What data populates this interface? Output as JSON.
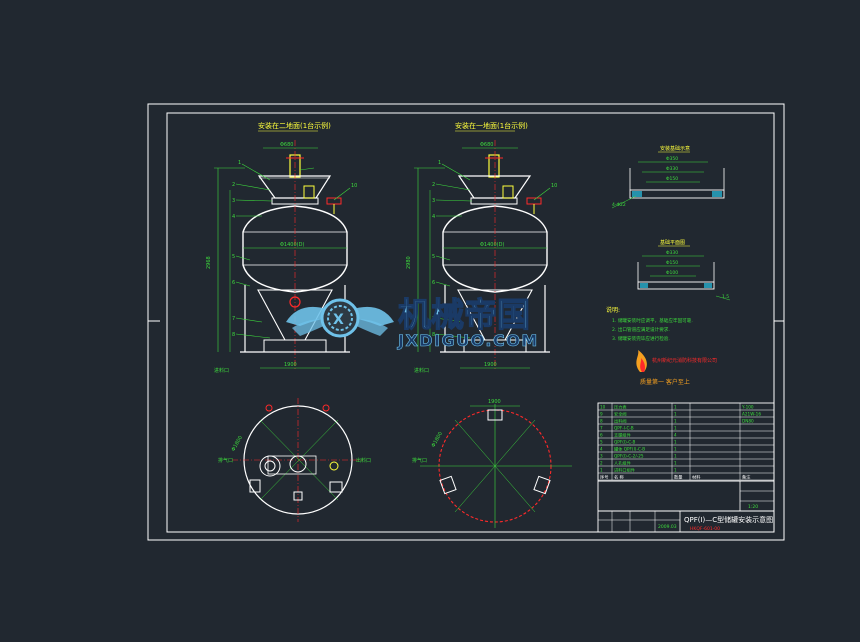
{
  "drawing": {
    "view_left_title": "安装在二地面(1台示例)",
    "view_right_title": "安装在一地面(1台示例)",
    "detail_top_title": "安装基础示意",
    "detail_mid_title": "基础平面图",
    "callouts_left": [
      "1",
      "2",
      "3",
      "4",
      "5",
      "6",
      "7",
      "8"
    ],
    "callouts_right": [
      "1",
      "2",
      "3",
      "4",
      "5",
      "6",
      "7",
      "8"
    ],
    "callout_10": "10",
    "dims": {
      "top_width": "Φ680",
      "body_dia": "Φ1400(D)",
      "overall_h": "2968",
      "side_h": "2980",
      "base_w": "1900",
      "leg_w": "Φ1800",
      "small_a": "Φ350",
      "small_b": "Φ330",
      "small_c": "Φ150",
      "small_d": "Φ100",
      "pipe": "DN80",
      "hole": "4-Φ22",
      "side_txt": "1.5"
    },
    "notes_title": "说明:",
    "notes": [
      "1. 储罐安装时应调平，基础应牢固可靠.",
      "2. 出口管道应满足设计要求.",
      "3. 储罐安装完毕应进行检验."
    ],
    "company": "杭州新纪元消防科技有限公司",
    "slogan": "质量第一  客户至上",
    "bottom_labels": {
      "left_a": "进料口",
      "left_b": "排气口",
      "left_c": "出料口",
      "right_a": "进料口",
      "right_b": "排气口"
    },
    "title_block": {
      "drawing_title": "QPF(I)—C型储罐安装示意图",
      "drawing_code": "HKQF-601-00",
      "date": "2009.03",
      "scale": "1:20",
      "rows": [
        [
          "10",
          "压力表",
          "1",
          "",
          "Y-100"
        ],
        [
          "9",
          "安全阀",
          "1",
          "",
          "A21W-16"
        ],
        [
          "8",
          "出料阀",
          "1",
          "",
          "DN80"
        ],
        [
          "7",
          "QPF-I-C-B",
          "1",
          "",
          ""
        ],
        [
          "6",
          "支腿组件",
          "4",
          "",
          ""
        ],
        [
          "5",
          "QPF(I)-C-B",
          "1",
          "",
          ""
        ],
        [
          "4",
          "罐体 QPF(I)-C-B",
          "1",
          "",
          ""
        ],
        [
          "3",
          "QPF(I)-C-2/-25",
          "1",
          "",
          ""
        ],
        [
          "2",
          "人孔组件",
          "1",
          "",
          ""
        ],
        [
          "1",
          "进料口组件",
          "1",
          "",
          ""
        ]
      ],
      "header": [
        "序号",
        "名  称",
        "数量",
        "材料",
        "备注"
      ]
    }
  },
  "watermark": {
    "cn": "机械帝国",
    "en": "JXDIGUO.COM"
  },
  "colors": {
    "bg": "#212830",
    "frame": "#ffffff",
    "line_white": "#f0f0f0",
    "line_green": "#3ddc3d",
    "line_red": "#ff2a2a",
    "line_yellow": "#ffff3c",
    "line_cyan": "#2ad8ff",
    "wm_blue": "#6fc2ea",
    "wm_orange": "#f5a020"
  }
}
